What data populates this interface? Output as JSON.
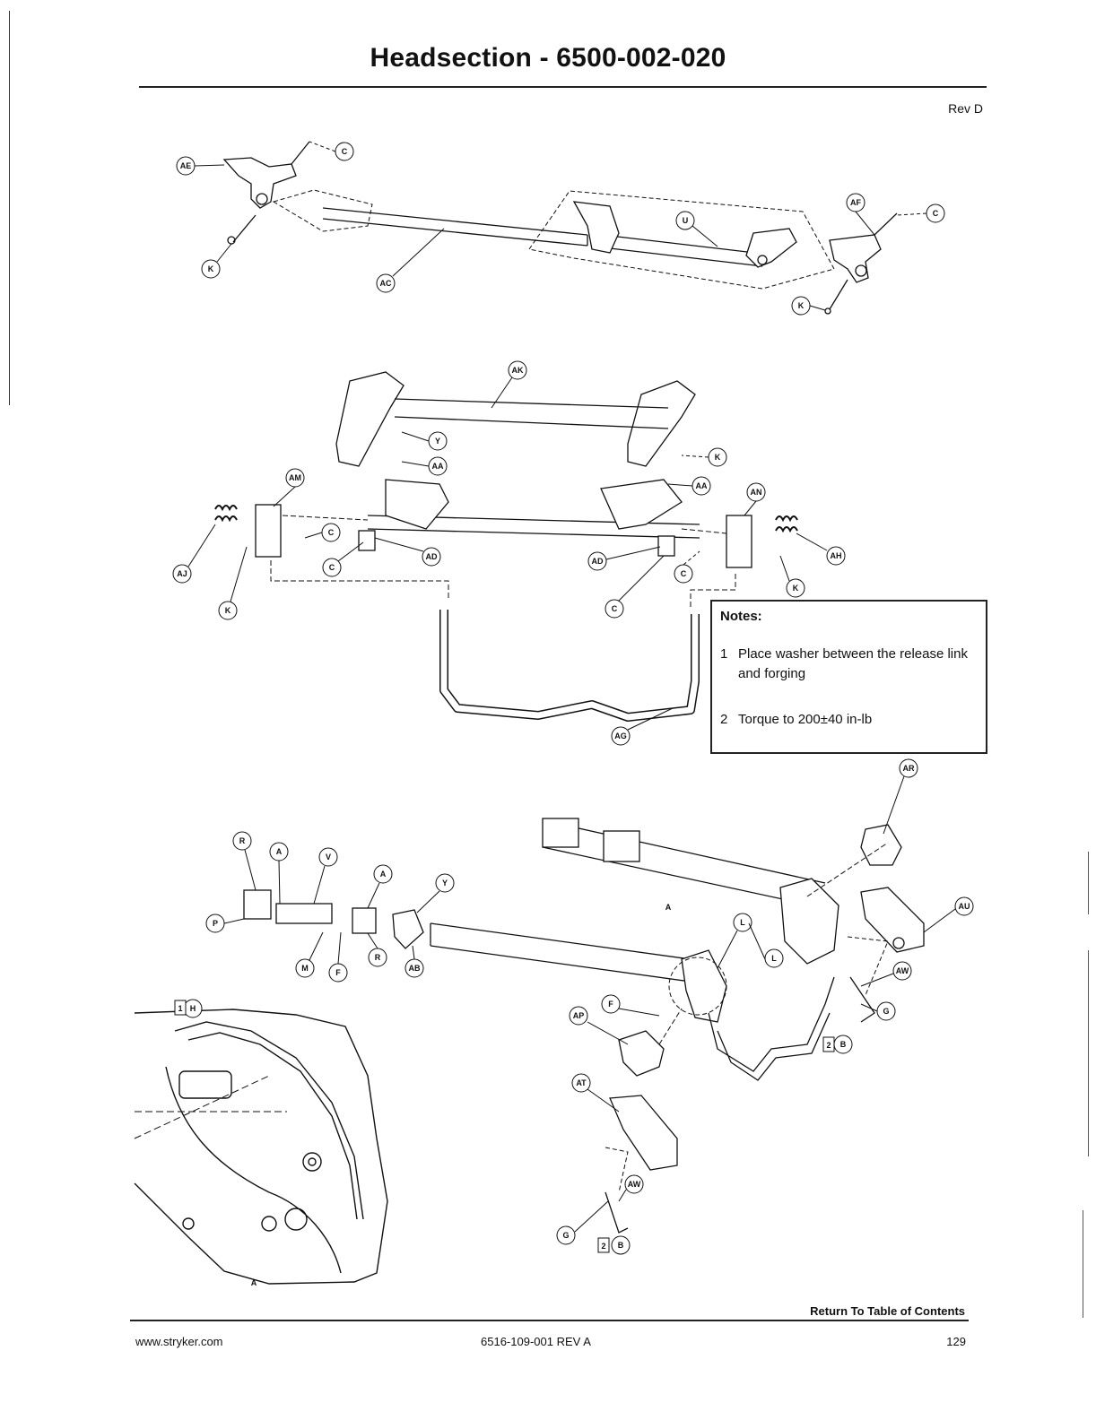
{
  "header": {
    "title": "Headsection - 6500-002-020",
    "revision": "Rev D"
  },
  "callouts": {
    "top_assembly": [
      "AE",
      "C",
      "K",
      "AC",
      "U",
      "AF",
      "C",
      "K"
    ],
    "middle_assembly": [
      "AK",
      "Y",
      "AA",
      "K",
      "AA",
      "AM",
      "AJ",
      "C",
      "AD",
      "C",
      "K",
      "AN",
      "AH",
      "AD",
      "C",
      "C",
      "K",
      "AG"
    ],
    "bottom_assembly": [
      "R",
      "A",
      "V",
      "A",
      "Y",
      "P",
      "M",
      "F",
      "R",
      "AB",
      "A",
      "L",
      "L",
      "AR",
      "AU",
      "AW",
      "G",
      "B",
      "F",
      "AP",
      "AT",
      "AW",
      "G",
      "B",
      "H",
      "A"
    ],
    "note_refs": [
      "1",
      "2",
      "2"
    ]
  },
  "notes": {
    "heading": "Notes:",
    "items": [
      {
        "number": "1",
        "text": "Place washer between the release link and forging"
      },
      {
        "number": "2",
        "text": "Torque to 200±40 in-lb"
      }
    ]
  },
  "footer": {
    "return_link": "Return To Table of Contents",
    "website": "www.stryker.com",
    "document_number": "6516-109-001 REV A",
    "page_number": "129"
  }
}
